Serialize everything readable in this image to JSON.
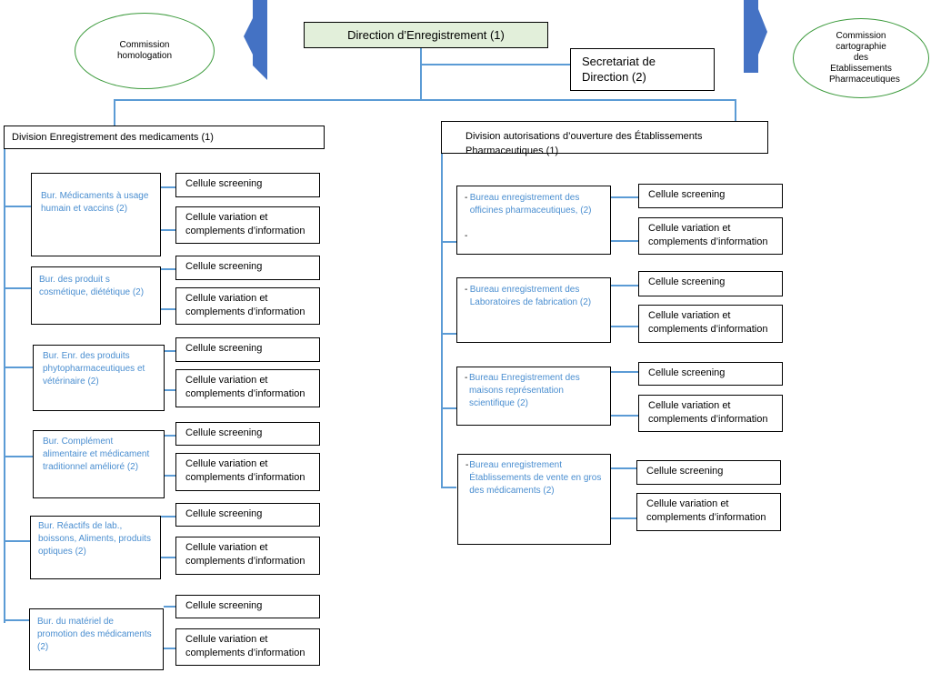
{
  "top": {
    "direction": "Direction d’Enregistrement (1)",
    "secretariat": "Secretariat de Direction (2)",
    "commission_left": "Commission homologation",
    "commission_right": "Commission cartographie des Etablissements Pharmaceutiques"
  },
  "left_division": {
    "title": "Division Enregistrement des medicaments (1)",
    "bureaus": [
      "Bur. Médicaments à usage humain et vaccins (2)",
      "Bur. des produit s cosmétique, diététique (2)",
      "Bur. Enr. des produits phytopharmaceutiques et vétérinaire (2)",
      "Bur. Complément alimentaire et médicament traditionnel amélioré (2)",
      "Bur. Réactifs de lab., boissons, Aliments, produits optiques (2)",
      "Bur. du matériel de promotion des médicaments (2)"
    ]
  },
  "right_division": {
    "title": "Division autorisations d’ouverture des Établissements Pharmaceutiques (1)",
    "bureaus": [
      "Bureau enregistrement des officines pharmaceutiques, (2)",
      "Bureau enregistrement des Laboratoires de fabrication (2)",
      "Bureau Enregistrement des maisons représentation scientifique (2)",
      "Bureau enregistrement Établissements de vente en gros des médicaments (2)"
    ],
    "bullet": "-"
  },
  "cells": {
    "screening": "Cellule screening",
    "variation": "Cellule variation et complements d’information"
  },
  "colors": {
    "connector": "#5b9bd5",
    "direction_fill": "#e2efda",
    "ellipse_border": "#3b9a3b",
    "bureau_text": "#4a8ed0",
    "arrow_fill": "#4472c4"
  }
}
